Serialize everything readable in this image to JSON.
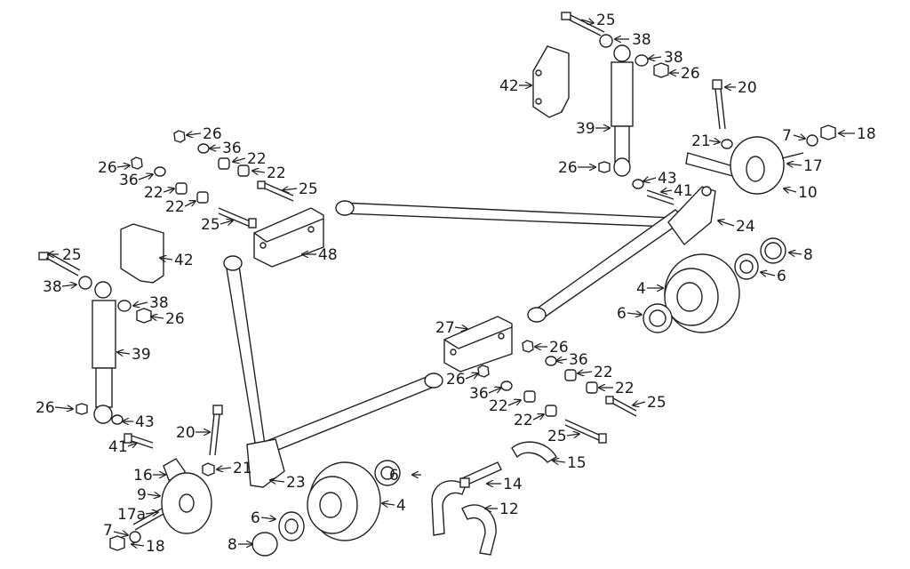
{
  "diagram": {
    "labels": {
      "l25a": "25",
      "l38a": "38",
      "l38b": "38",
      "l26a": "26",
      "l20a": "20",
      "l42a": "42",
      "l39a": "39",
      "l21a": "21",
      "l7a": "7",
      "l18a": "18",
      "l17a": "17",
      "l26b": "26",
      "l43a": "43",
      "l41a": "41",
      "l10a": "10",
      "l26c": "26",
      "l36a": "36",
      "l22a": "22",
      "l22b": "22",
      "l25b": "25",
      "l26d": "26",
      "l36b": "36",
      "l22c": "22",
      "l22d": "22",
      "l25c": "25",
      "l24a": "24",
      "l8a": "8",
      "l6a": "6",
      "l4a": "4",
      "l6b": "6",
      "l48a": "48",
      "l25d": "25",
      "l42b": "42",
      "l38c": "38",
      "l38d": "38",
      "l26e": "26",
      "l39b": "39",
      "l27a": "27",
      "l26f": "26",
      "l36c": "36",
      "l26g": "26",
      "l22e": "22",
      "l36d": "36",
      "l22f": "22",
      "l22g": "22",
      "l25e": "25",
      "l22h": "22",
      "l25f": "25",
      "l26h": "26",
      "l43b": "43",
      "l41b": "41",
      "l20b": "20",
      "l21b": "21",
      "l15a": "15",
      "l16a": "16",
      "l23a": "23",
      "l6c": "6",
      "l14a": "14",
      "l9a": "9",
      "l4b": "4",
      "l12a": "12",
      "l17b": "17a",
      "l6d": "6",
      "l7b": "7",
      "l18b": "18",
      "l8b": "8"
    }
  }
}
